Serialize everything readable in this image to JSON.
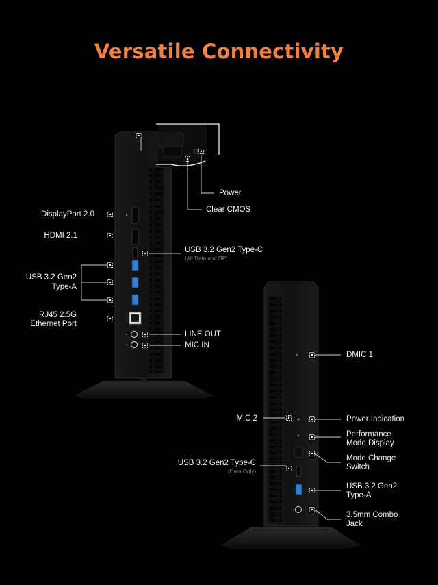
{
  "title": "Versatile Connectivity",
  "rear": {
    "power": "Power",
    "clear_cmos": "Clear CMOS",
    "displayport": "DisplayPort 2.0",
    "hdmi": "HDMI 2.1",
    "usbc": "USB 3.2 Gen2 Type-C",
    "usbc_note": "(Alt Data and DP)",
    "usba_line1": "USB 3.2 Gen2",
    "usba_line2": "Type-A",
    "rj45_line1": "RJ45 2.5G",
    "rj45_line2": "Ethernet Port",
    "line_out": "LINE OUT",
    "mic_in": "MIC IN"
  },
  "front": {
    "dmic1": "DMIC 1",
    "mic2": "MIC 2",
    "power_indication": "Power Indication",
    "perf_line1": "Performance",
    "perf_line2": "Mode Display",
    "switch_line1": "Mode Change",
    "switch_line2": "Switch",
    "usbc": "USB 3.2 Gen2 Type-C",
    "usbc_note": "(Data Only)",
    "usba_line1": "USB 3.2 Gen2",
    "usba_line2": "Type-A",
    "jack_line1": "3.5mm Combo",
    "jack_line2": "Jack"
  },
  "colors": {
    "title": "#f2813f",
    "usb_blue": "#2f7fd8",
    "body": "#121214"
  }
}
